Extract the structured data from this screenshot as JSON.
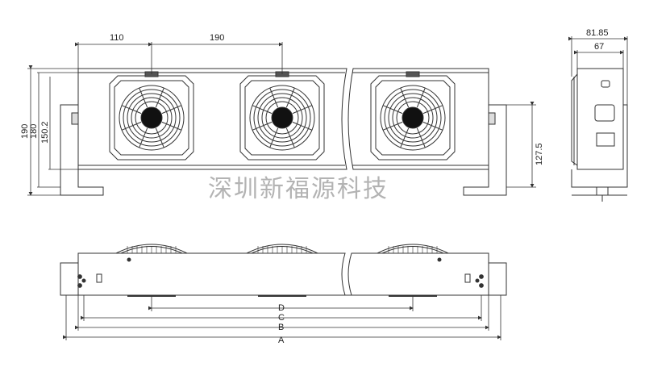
{
  "dimensions": {
    "top_spacing_1": "110",
    "top_spacing_2": "190",
    "overall_height": "190",
    "height_to_bracket": "180",
    "height_to_body": "150.2",
    "mount_height": "127.5",
    "side_overall_depth": "81.85",
    "side_body_depth": "67"
  },
  "bottom_view_labels": {
    "a": "A",
    "b": "B",
    "c": "C",
    "d": "D"
  },
  "watermark": "深圳新福源科技",
  "fan_count": 3,
  "colors": {
    "line": "#333333",
    "fan_hub": "#111111",
    "watermark": "#9a9a9a"
  }
}
